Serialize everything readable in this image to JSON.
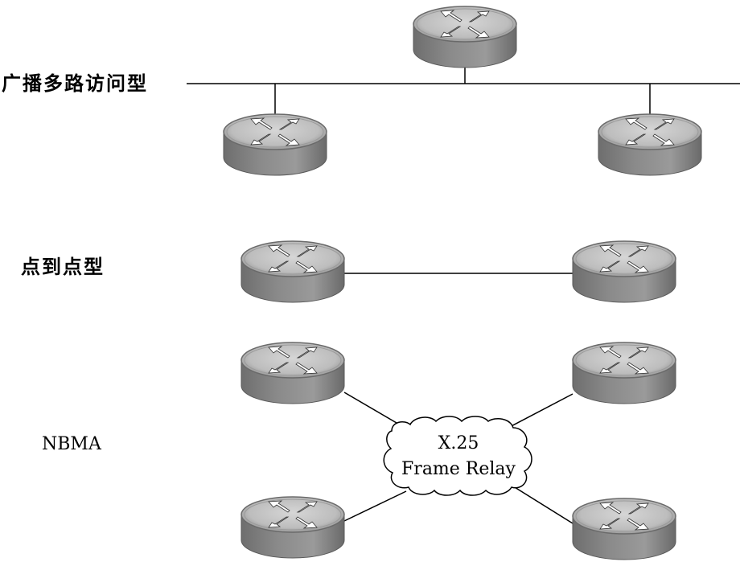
{
  "labels": {
    "broadcast_multiaccess": "广播多路访问型",
    "point_to_point": "点到点型",
    "nbma": "NBMA"
  },
  "cloud": {
    "line1": "X.25",
    "line2": "Frame Relay"
  },
  "colors": {
    "router_top_outer": "#8a8a8a",
    "router_top_inner": "#c8c8c8",
    "router_body": "#7d7d7d",
    "line": "#000000"
  }
}
